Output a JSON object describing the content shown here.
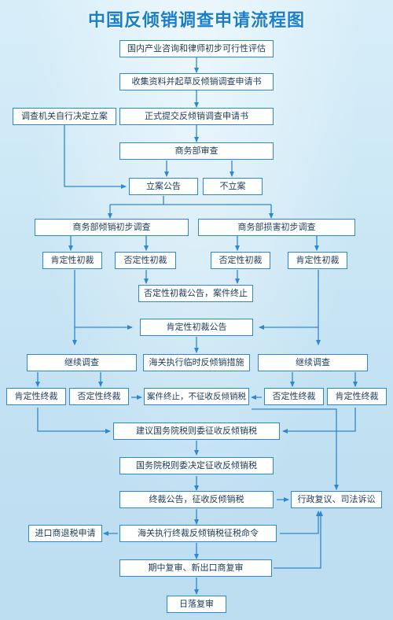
{
  "title": "中国反倾销调查申请流程图",
  "colors": {
    "title": "#1a7fc9",
    "line": "#2e88cf",
    "box_border": "#2e88cf",
    "box_bg": "#ffffff"
  },
  "boxes": {
    "assess": "国内产业咨询和律师初步可行性评估",
    "collect": "收集资料并起草反倾销调查申请书",
    "self_decide": "调查机关自行决定立案",
    "submit": "正式提交反倾销调查申请书",
    "mofcom_review": "商务部审查",
    "file_case": "立案公告",
    "no_case": "不立案",
    "dumping_prelim": "商务部倾销初步调查",
    "injury_prelim": "商务部损害初步调查",
    "pos_prelim_left": "肯定性初裁",
    "neg_prelim_left": "否定性初裁",
    "neg_prelim_right": "否定性初裁",
    "pos_prelim_right": "肯定性初裁",
    "neg_prelim_notice": "否定性初裁公告，案件终止",
    "pos_prelim_notice": "肯定性初裁公告",
    "continue_left": "继续调查",
    "customs_provisional": "海关执行临时反倾销措施",
    "continue_right": "继续调查",
    "pos_final_1": "肯定性终裁",
    "neg_final_1": "否定性终裁",
    "case_terminated": "案件终止，不征收反倾销税",
    "neg_final_2": "否定性终裁",
    "pos_final_2": "肯定性终裁",
    "recommend": "建议国务院税则委征收反倾销税",
    "decide": "国务院税则委决定征收反倾销税",
    "final_notice": "终裁公告，征收反倾销税",
    "admin_review": "行政复议、司法诉讼",
    "refund": "进口商退税申请",
    "customs_final": "海关执行终裁反倾销税征税命令",
    "interim_review": "期中复审、新出口商复审",
    "sunset_review": "日落复审"
  }
}
